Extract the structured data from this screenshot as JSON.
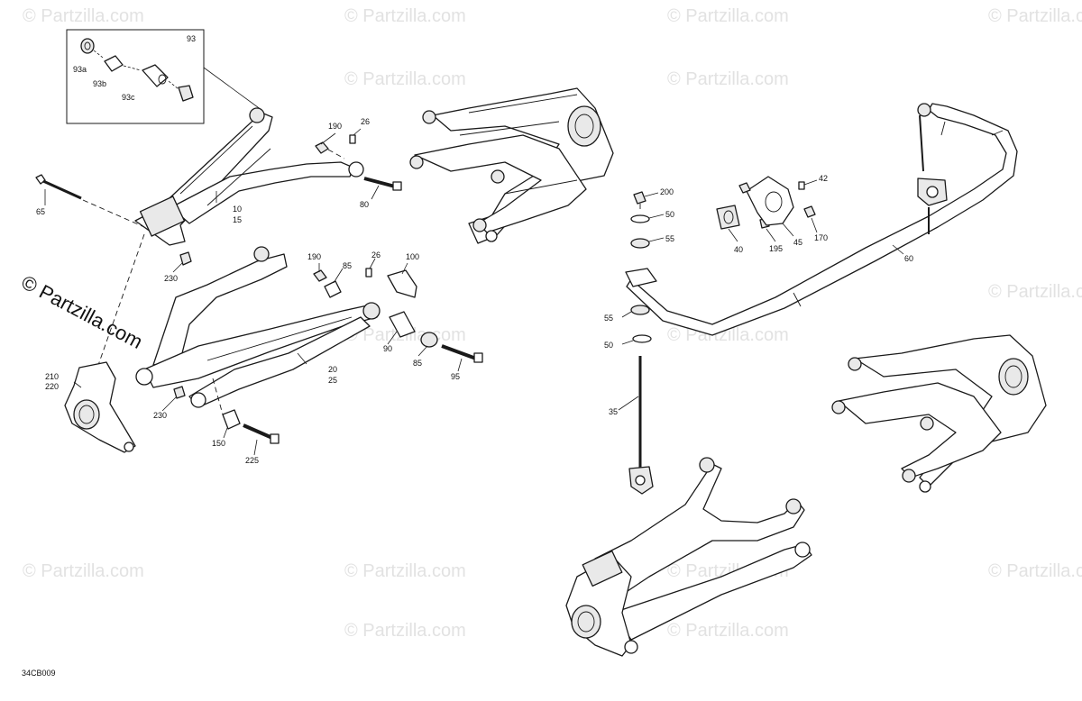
{
  "watermark": "© Partzilla.com",
  "brand_logo_text": "© Partzilla.com",
  "diagram_code": "34CB009",
  "inset_labels": {
    "title": "93",
    "a": "93a",
    "b": "93b",
    "c": "93c"
  },
  "callouts": {
    "c190a": "190",
    "c26a": "26",
    "c80": "80",
    "c65": "65",
    "c10": "10",
    "c15": "15",
    "c230a": "230",
    "c190b": "190",
    "c85a": "85",
    "c26b": "26",
    "c100": "100",
    "c90": "90",
    "c85b": "85",
    "c95": "95",
    "c20": "20",
    "c25": "25",
    "c210": "210",
    "c220": "220",
    "c230b": "230",
    "c150": "150",
    "c225": "225",
    "c200": "200",
    "c50a": "50",
    "c55a": "55",
    "c55b": "55",
    "c50b": "50",
    "c35": "35",
    "c40": "40",
    "c195": "195",
    "c45": "45",
    "c42": "42",
    "c170": "170",
    "c60": "60"
  }
}
